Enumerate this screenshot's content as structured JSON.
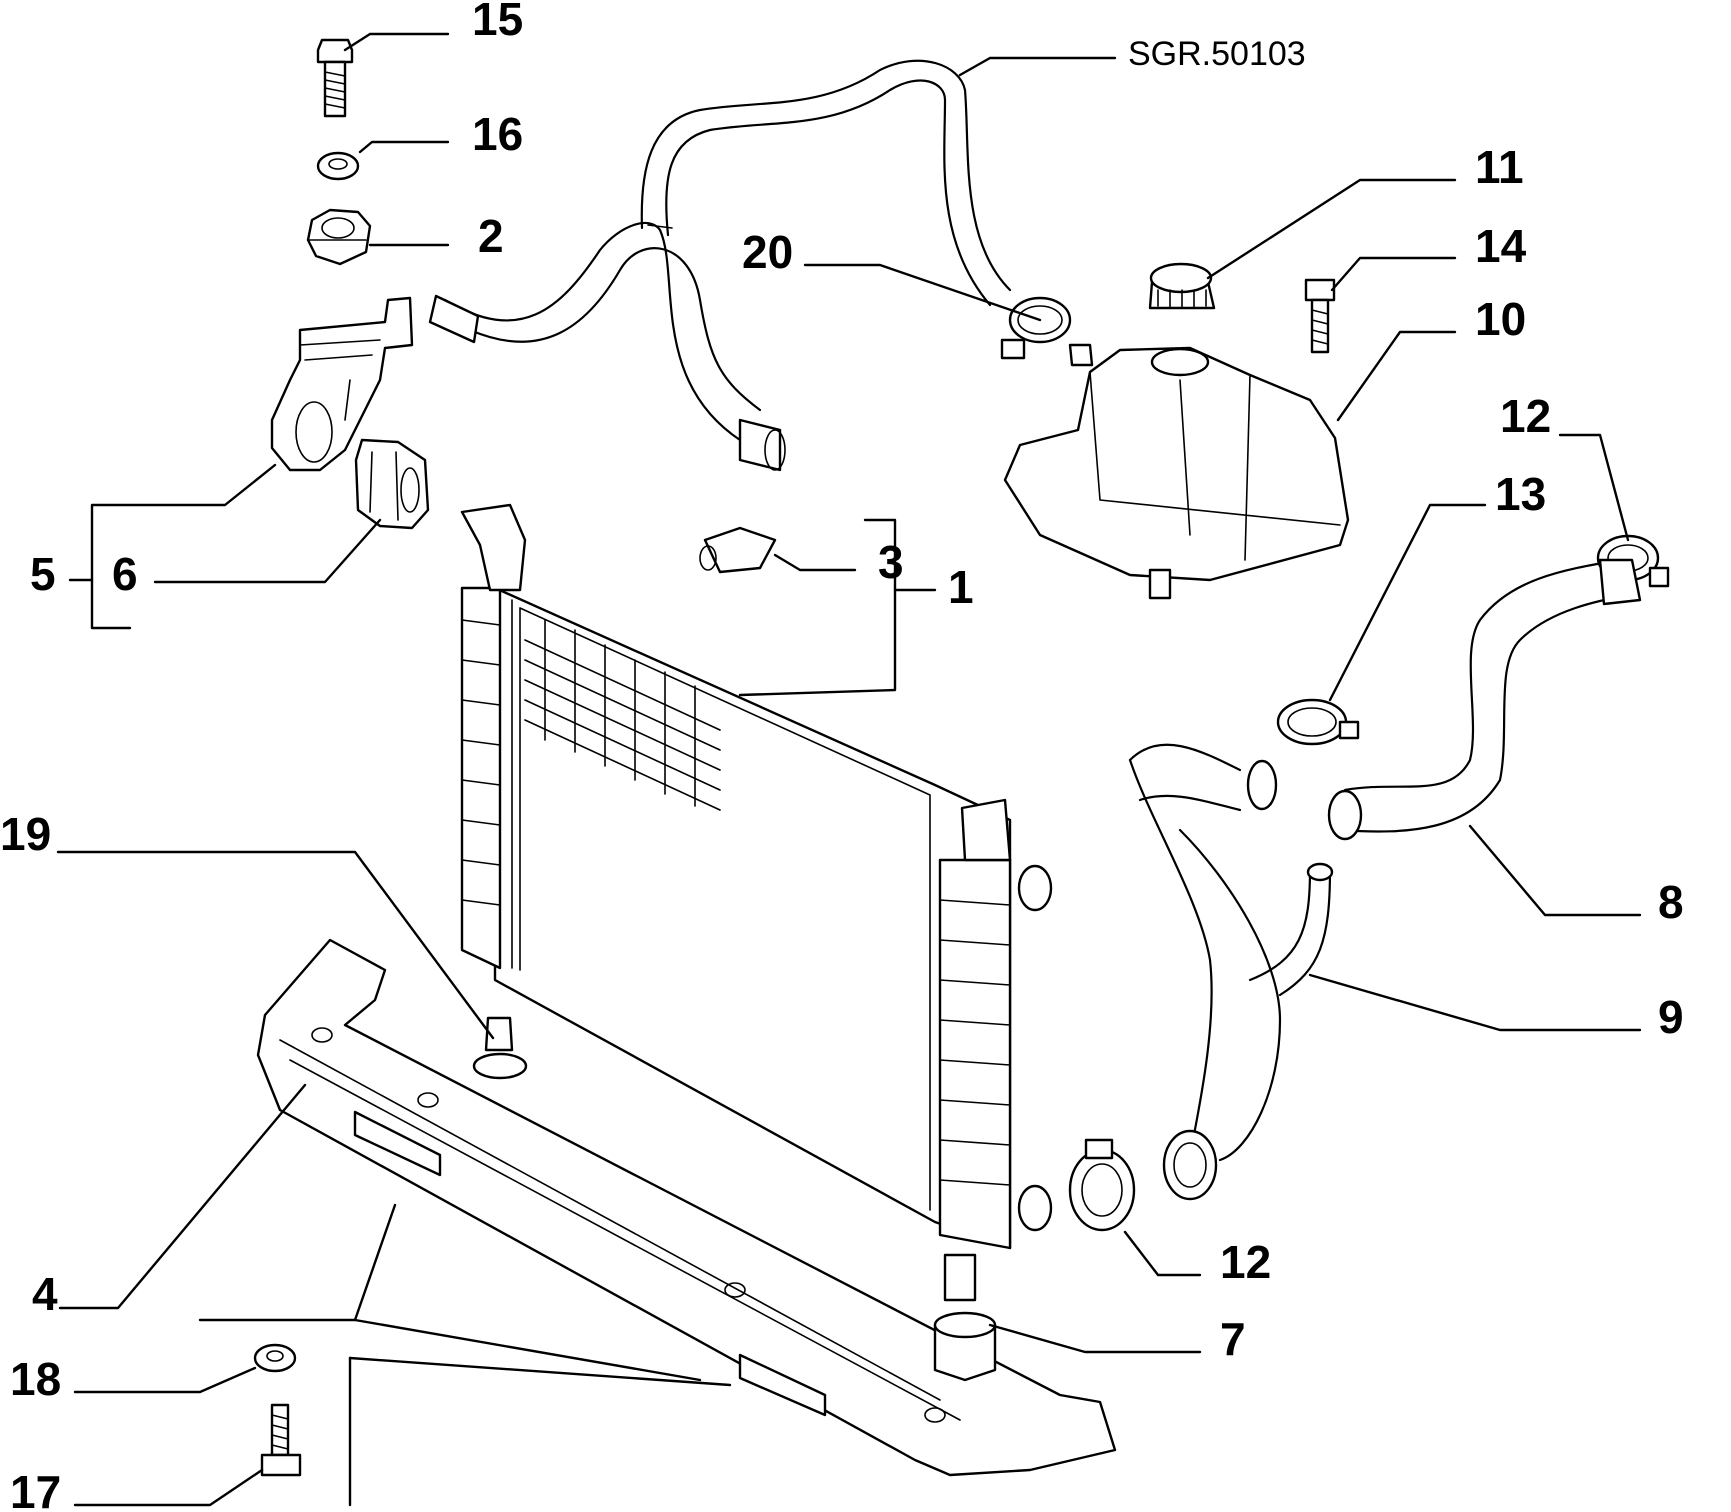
{
  "reference_code": "SGR.50103",
  "callouts": [
    {
      "id": "c15",
      "label": "15"
    },
    {
      "id": "c16",
      "label": "16"
    },
    {
      "id": "c2",
      "label": "2"
    },
    {
      "id": "c20",
      "label": "20"
    },
    {
      "id": "c11",
      "label": "11"
    },
    {
      "id": "c14",
      "label": "14"
    },
    {
      "id": "c10",
      "label": "10"
    },
    {
      "id": "c12a",
      "label": "12"
    },
    {
      "id": "c13",
      "label": "13"
    },
    {
      "id": "c3",
      "label": "3"
    },
    {
      "id": "c1",
      "label": "1"
    },
    {
      "id": "c5",
      "label": "5"
    },
    {
      "id": "c6",
      "label": "6"
    },
    {
      "id": "c19",
      "label": "19"
    },
    {
      "id": "c8",
      "label": "8"
    },
    {
      "id": "c9",
      "label": "9"
    },
    {
      "id": "c12b",
      "label": "12"
    },
    {
      "id": "c7",
      "label": "7"
    },
    {
      "id": "c4",
      "label": "4"
    },
    {
      "id": "c18",
      "label": "18"
    },
    {
      "id": "c17",
      "label": "17"
    }
  ]
}
